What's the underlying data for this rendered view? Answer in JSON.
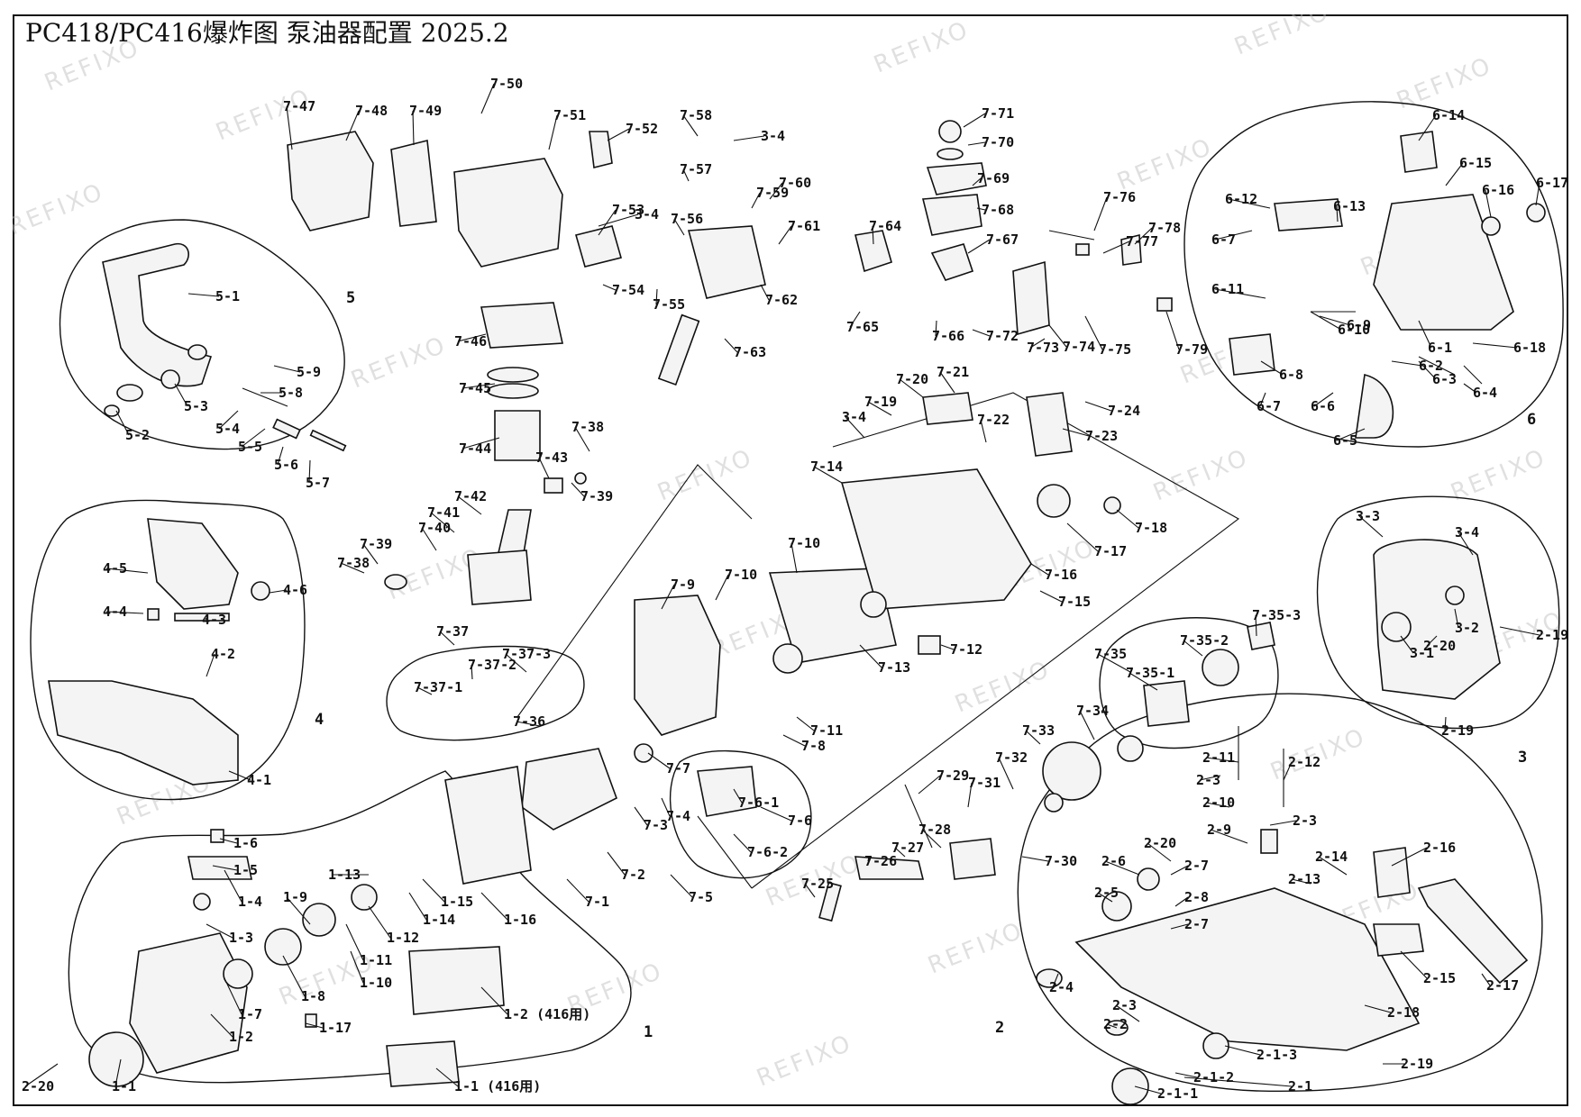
{
  "title": "PC418/PC416爆炸图  泵油器配置 2025.2",
  "watermark": "REFIXO",
  "groups": [
    "1",
    "2",
    "3",
    "4",
    "5",
    "6"
  ],
  "group_1": {
    "labels": [
      "1-1",
      "1-1 (416用)",
      "1-2",
      "1-2 (416用)",
      "1-3",
      "1-4",
      "1-5",
      "1-6",
      "1-7",
      "1-8",
      "1-9",
      "1-10",
      "1-11",
      "1-12",
      "1-13",
      "1-14",
      "1-15",
      "1-16",
      "1-17",
      "2-20"
    ]
  },
  "group_2": {
    "labels": [
      "2-1",
      "2-1-1",
      "2-1-2",
      "2-1-3",
      "2-2",
      "2-3",
      "2-3",
      "2-3",
      "2-4",
      "2-5",
      "2-6",
      "2-7",
      "2-7",
      "2-8",
      "2-9",
      "2-10",
      "2-11",
      "2-12",
      "2-13",
      "2-14",
      "2-15",
      "2-16",
      "2-17",
      "2-18",
      "2-19",
      "2-20"
    ]
  },
  "group_3": {
    "labels": [
      "3-1",
      "3-2",
      "3-3",
      "3-4",
      "2-19",
      "2-19",
      "2-20"
    ]
  },
  "group_4": {
    "labels": [
      "4-1",
      "4-2",
      "4-3",
      "4-4",
      "4-5",
      "4-6"
    ]
  },
  "group_5": {
    "labels": [
      "5-1",
      "5-2",
      "5-3",
      "5-4",
      "5-5",
      "5-6",
      "5-7",
      "5-8",
      "5-9"
    ]
  },
  "group_6": {
    "labels": [
      "6-1",
      "6-2",
      "6-3",
      "6-4",
      "6-5",
      "6-6",
      "6-7",
      "6-7",
      "6-8",
      "6-9",
      "6-10",
      "6-11",
      "6-12",
      "6-13",
      "6-14",
      "6-15",
      "6-16",
      "6-17",
      "6-18"
    ]
  },
  "group_7": {
    "labels": [
      "7-1",
      "7-2",
      "7-3",
      "7-4",
      "7-5",
      "7-6",
      "7-6-1",
      "7-6-2",
      "7-7",
      "7-8",
      "7-9",
      "7-10",
      "7-10",
      "7-11",
      "7-12",
      "7-13",
      "7-14",
      "7-15",
      "7-16",
      "7-17",
      "7-18",
      "7-19",
      "7-20",
      "7-21",
      "7-22",
      "7-23",
      "7-24",
      "7-25",
      "7-26",
      "7-27",
      "7-28",
      "7-29",
      "7-30",
      "7-31",
      "7-32",
      "7-33",
      "7-34",
      "7-35",
      "7-35-1",
      "7-35-2",
      "7-35-3",
      "7-36",
      "7-37",
      "7-37-1",
      "7-37-2",
      "7-37-3",
      "7-38",
      "7-38",
      "7-39",
      "7-39",
      "7-40",
      "7-41",
      "7-42",
      "7-43",
      "7-44",
      "7-45",
      "7-46",
      "7-47",
      "7-48",
      "7-49",
      "7-50",
      "7-51",
      "7-52",
      "7-53",
      "7-54",
      "7-55",
      "7-56",
      "7-57",
      "7-58",
      "7-59",
      "7-60",
      "7-61",
      "7-62",
      "7-63",
      "7-64",
      "7-65",
      "7-66",
      "7-67",
      "7-68",
      "7-69",
      "7-70",
      "7-71",
      "7-72",
      "7-73",
      "7-74",
      "7-75",
      "7-76",
      "7-77",
      "7-78",
      "7-79",
      "3-4",
      "3-4",
      "3-4"
    ]
  }
}
